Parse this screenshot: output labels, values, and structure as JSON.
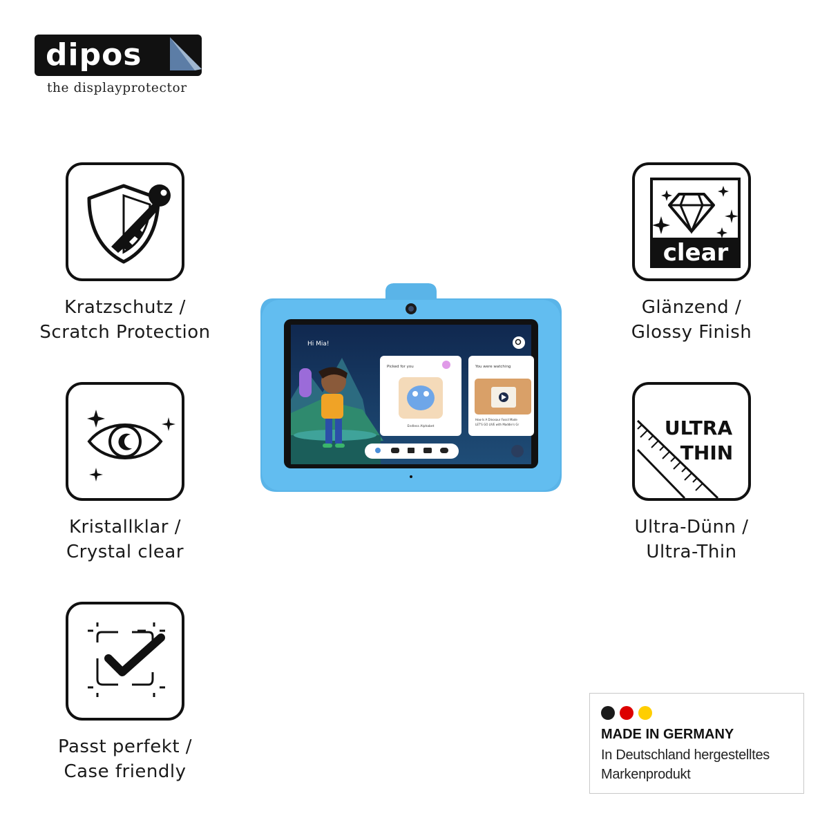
{
  "brand": {
    "name": "dipos",
    "tagline": "the displayprotector"
  },
  "features": [
    {
      "id": "scratch",
      "icon": "shield-key-icon",
      "line1": "Kratzschutz /",
      "line2": "Scratch Protection"
    },
    {
      "id": "crystal",
      "icon": "eye-sparkle-icon",
      "line1": "Kristallklar /",
      "line2": "Crystal clear"
    },
    {
      "id": "case",
      "icon": "checkmark-frame-icon",
      "line1": "Passt perfekt /",
      "line2": "Case friendly"
    },
    {
      "id": "glossy",
      "icon": "diamond-clear-icon",
      "badge_text": "clear",
      "line1": "Glänzend /",
      "line2": "Glossy Finish"
    },
    {
      "id": "thin",
      "icon": "ruler-ultra-thin-icon",
      "badge_line1": "ULTRA",
      "badge_line2": "THIN",
      "line1": "Ultra-Dünn /",
      "line2": "Ultra-Thin"
    }
  ],
  "tablet_screen": {
    "greeting": "Hi Mia!",
    "card1_title": "Picked for you",
    "card1_caption": "Endless Alphabet",
    "card2_title": "You were watching",
    "card2_caption_line1": "How Is A Dinosaur Fossil Made",
    "card2_caption_line2": "LET'S GO LIVE with Maddie's Gr"
  },
  "made_in_germany": {
    "title": "MADE IN GERMANY",
    "line1": "In Deutschland hergestelltes",
    "line2": "Markenprodukt",
    "flag_colors": [
      "#1a1a1a",
      "#dd0000",
      "#ffce00"
    ]
  },
  "colors": {
    "case_blue": "#5ab4e8",
    "icon_black": "#111111"
  }
}
